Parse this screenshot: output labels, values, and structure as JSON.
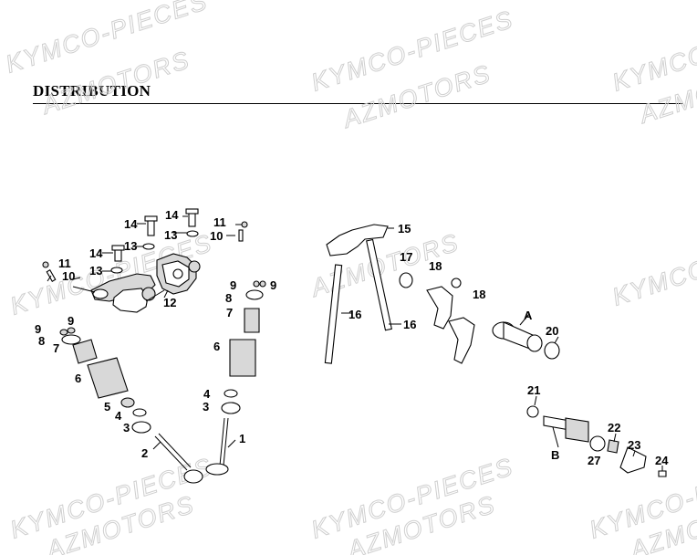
{
  "title": "DISTRIBUTION",
  "watermarks": {
    "w1": "KYMCO-PIECES",
    "w2": "AZMOTORS",
    "w3": "KYMCO-PIECES",
    "w4": "AZMOTORS",
    "w5": "KYMCO",
    "w6": "AZMO",
    "w7": "KYMCO-PIECES",
    "w8": "AZMOTORS",
    "w9": "KYMCO",
    "w10": "KYMCO-PIECES",
    "w11": "AZMOTORS",
    "w12": "KYMCO-PIECES",
    "w13": "AZMOTORS",
    "w14": "KYMCO-PI",
    "w15": "AZMOTO"
  },
  "labels": {
    "p1": "1",
    "p2": "2",
    "p3a": "3",
    "p3b": "3",
    "p4a": "4",
    "p4b": "4",
    "p5": "5",
    "p6a": "6",
    "p6b": "6",
    "p7a": "7",
    "p7b": "7",
    "p8a": "8",
    "p8b": "8",
    "p9a": "9",
    "p9b": "9",
    "p9c": "9",
    "p9d": "9",
    "p10a": "10",
    "p10b": "10",
    "p11a": "11",
    "p11b": "11",
    "p12": "12",
    "p13a": "13",
    "p13b": "13",
    "p13c": "13",
    "p14a": "14",
    "p14b": "14",
    "p14c": "14",
    "p15": "15",
    "p16a": "16",
    "p16b": "16",
    "p17": "17",
    "p18a": "18",
    "p18b": "18",
    "p20": "20",
    "p21": "21",
    "p22": "22",
    "p23": "23",
    "p24": "24",
    "p27": "27",
    "pA": "A",
    "pB": "B"
  }
}
